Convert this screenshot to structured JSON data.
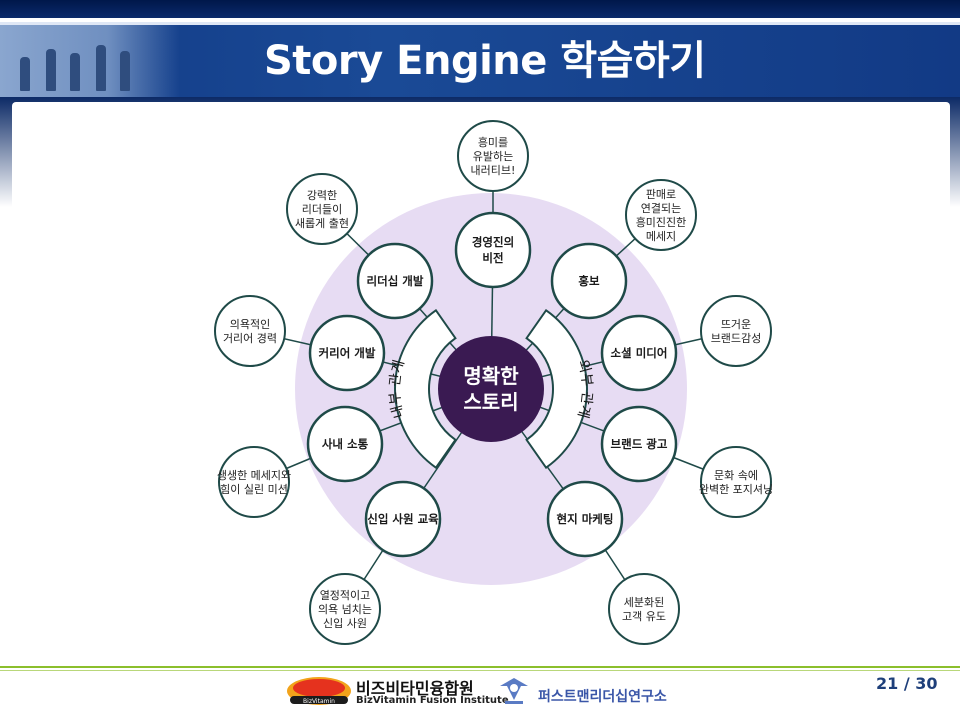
{
  "title": "Story Engine 학습하기",
  "page_number": "21 / 30",
  "diagram": {
    "center": [
      "명확한",
      "스토리"
    ],
    "left_arc_label": "내부 관계",
    "right_arc_label": "외부 관계",
    "top_node": [
      "경영진의",
      "비전"
    ],
    "top_bubble": [
      "흥미를",
      "유발하는",
      "내러티브!"
    ],
    "left_nodes": [
      {
        "label": [
          "리더십 개발"
        ],
        "bubble": [
          "강력한",
          "리더들이",
          "새롭게 출현"
        ]
      },
      {
        "label": [
          "커리어 개발"
        ],
        "bubble": [
          "의욕적인",
          "거리어 경력"
        ]
      },
      {
        "label": [
          "사내 소통"
        ],
        "bubble": [
          "생생한 메세지와",
          "힘이 실린 미션"
        ]
      },
      {
        "label": [
          "신입 사원 교육"
        ],
        "bubble": [
          "열정적이고",
          "의욕 넘치는",
          "신입 사원"
        ]
      }
    ],
    "right_nodes": [
      {
        "label": [
          "홍보"
        ],
        "bubble": [
          "판매로",
          "연결되는",
          "흥미진진한",
          "메세지"
        ]
      },
      {
        "label": [
          "소셜 미디어"
        ],
        "bubble": [
          "뜨거운",
          "브랜드감성"
        ]
      },
      {
        "label": [
          "브랜드 광고"
        ],
        "bubble": [
          "문화 속에",
          "완벽한 포지셔닝"
        ]
      },
      {
        "label": [
          "현지 마케팅"
        ],
        "bubble": [
          "세분화된",
          "고객 유도"
        ]
      }
    ]
  },
  "footer": {
    "logo1_kr": "비즈비타민융합원",
    "logo1_en": "BizVitamin Fusion Institute",
    "logo1_badge": "BizVitamin",
    "logo2_kr": "퍼스트맨리더십연구소"
  },
  "colors": {
    "title_band": "#123a85",
    "center_fill": "#3a1a52",
    "halo": "#e7dcf3",
    "node_border": "#1f4a48",
    "footer_line": "#8bbf2c"
  }
}
